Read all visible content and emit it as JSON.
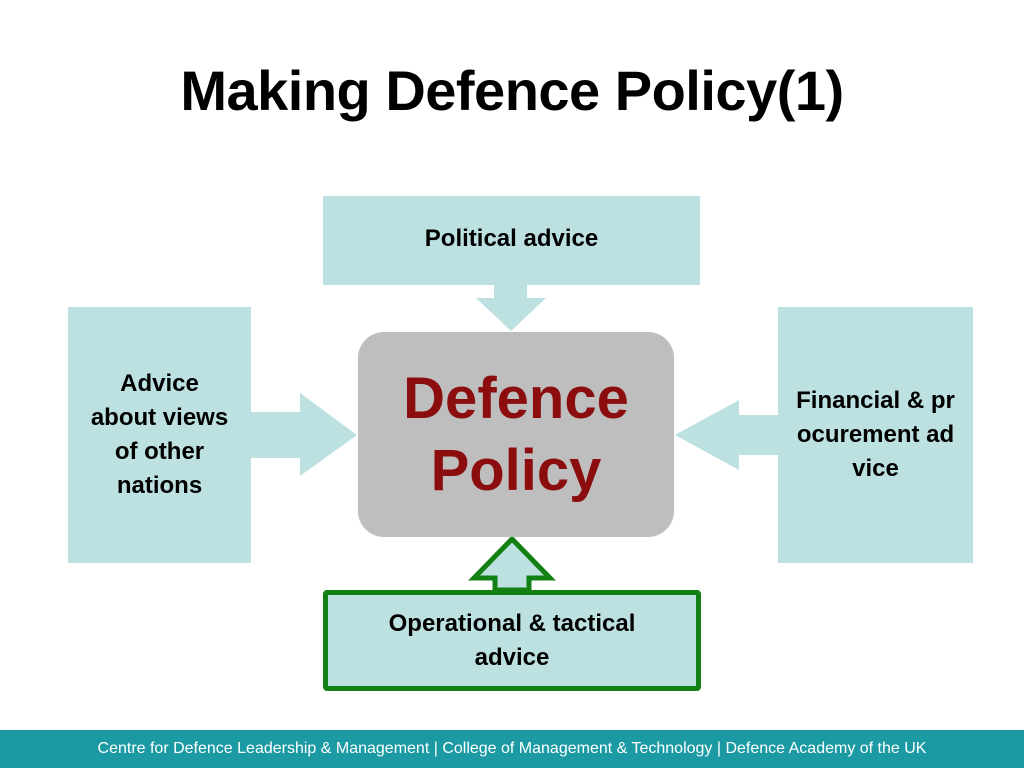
{
  "slide": {
    "title": "Making Defence Policy(1)",
    "footer": "Centre for Defence Leadership & Management | College of Management & Technology | Defence Academy of the UK"
  },
  "diagram": {
    "center": {
      "line1": "Defence",
      "line2": "Policy"
    },
    "top": "Political advice",
    "left": "Advice about views of other nations",
    "right": "Financial & procurement advice",
    "bottom": "Operational & tactical advice"
  },
  "colors": {
    "box_fill": "#bde0e1",
    "center_fill": "#bebebe",
    "center_text": "#8b0d0d",
    "highlight_border": "#138013",
    "footer_bar": "#1b9aa3"
  }
}
